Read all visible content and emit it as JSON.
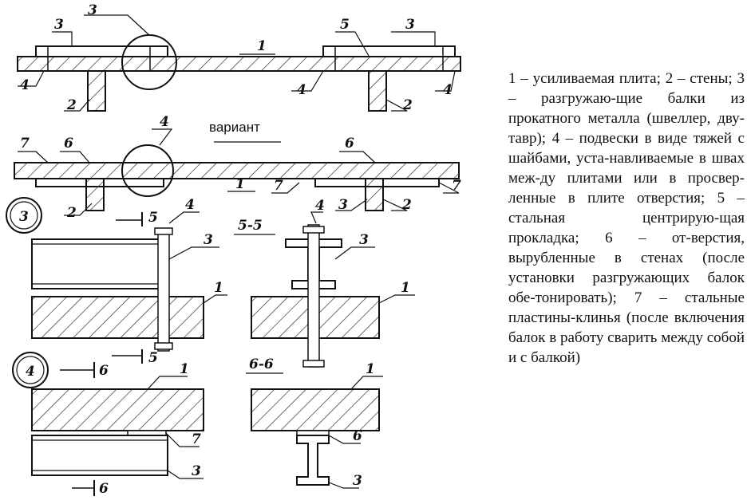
{
  "drawing": {
    "variant_label": "вариант",
    "section_5": "5-5",
    "section_6": "6-6",
    "detail_3": "3",
    "detail_4": "4",
    "top_view": {
      "callouts": {
        "c1": "1",
        "c3a": "3",
        "c3b": "3",
        "c3c": "3",
        "c5": "5",
        "c4a": "4",
        "c4b": "4",
        "c4c": "4",
        "c2a": "2",
        "c2b": "2"
      }
    },
    "variant_view": {
      "callouts": {
        "c7a": "7",
        "c6a": "6",
        "c4": "4",
        "c6b": "6",
        "c1": "1",
        "c7b": "7",
        "c7c": "7",
        "c2a": "2",
        "c3": "3",
        "c2b": "2"
      }
    },
    "detail3_view": {
      "callouts": {
        "c5t": "5",
        "c4": "4",
        "c3": "3",
        "c1": "1",
        "c5b": "5",
        "cut": "5"
      }
    },
    "section5_view": {
      "callouts": {
        "c4": "4",
        "c3": "3",
        "c1": "1"
      }
    },
    "detail4_view": {
      "callouts": {
        "c6t": "6",
        "c1": "1",
        "c7": "7",
        "c3": "3",
        "c6b": "6"
      }
    },
    "section6_view": {
      "callouts": {
        "c1": "1",
        "c6": "6",
        "c3": "3"
      }
    }
  },
  "legend": {
    "text": "1 – усиливаемая плита; 2 – стены; 3 – разгружаю-щие балки из прокатного металла (швеллер, дву-тавр); 4 – подвески в виде тяжей с шайбами, уста-навливаемые в швах меж-ду плитами или в просвер-ленные в плите отверстия; 5 – стальная центрирую-щая прокладка; 6 – от-верстия, вырубленные в стенах (после установки разгружающих балок обе-тонировать); 7 – стальные пластины-клинья (после включения балок в работу сварить между собой и с балкой)"
  }
}
